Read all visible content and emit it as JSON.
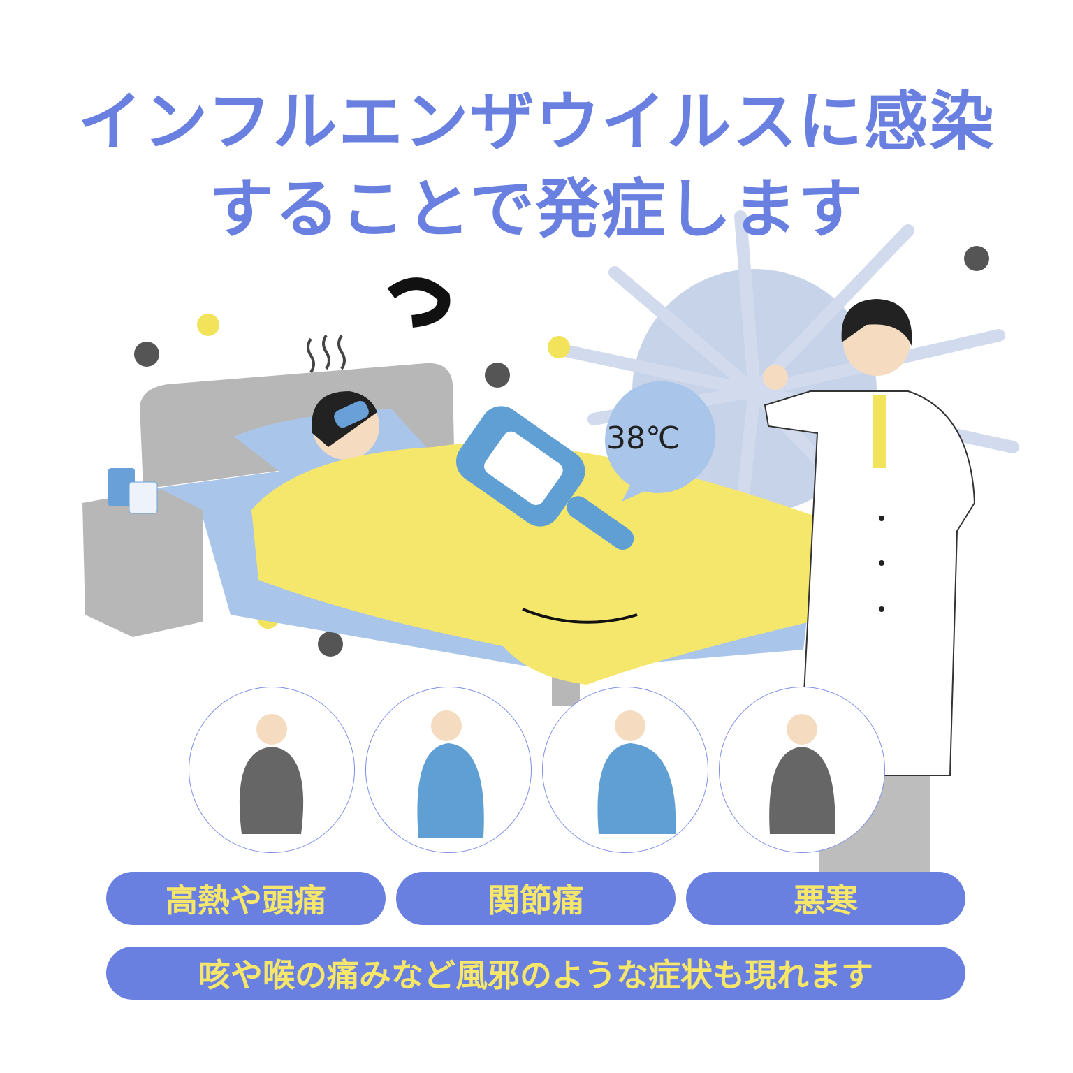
{
  "title": {
    "line1": "インフルエンザウイルスに感染",
    "line2": "することで発症します"
  },
  "thermometer": {
    "reading": "38℃"
  },
  "symptoms": [
    {
      "label": "高熱や頭痛"
    },
    {
      "label": "関節痛"
    },
    {
      "label": "悪寒"
    }
  ],
  "summary": "咳や喉の痛みなど風邪のような症状も現れます",
  "colors": {
    "accent": "#6a80e0",
    "pill_text": "#f6e76a",
    "blanket": "#f5e66c",
    "sheet": "#a9c6ea"
  }
}
